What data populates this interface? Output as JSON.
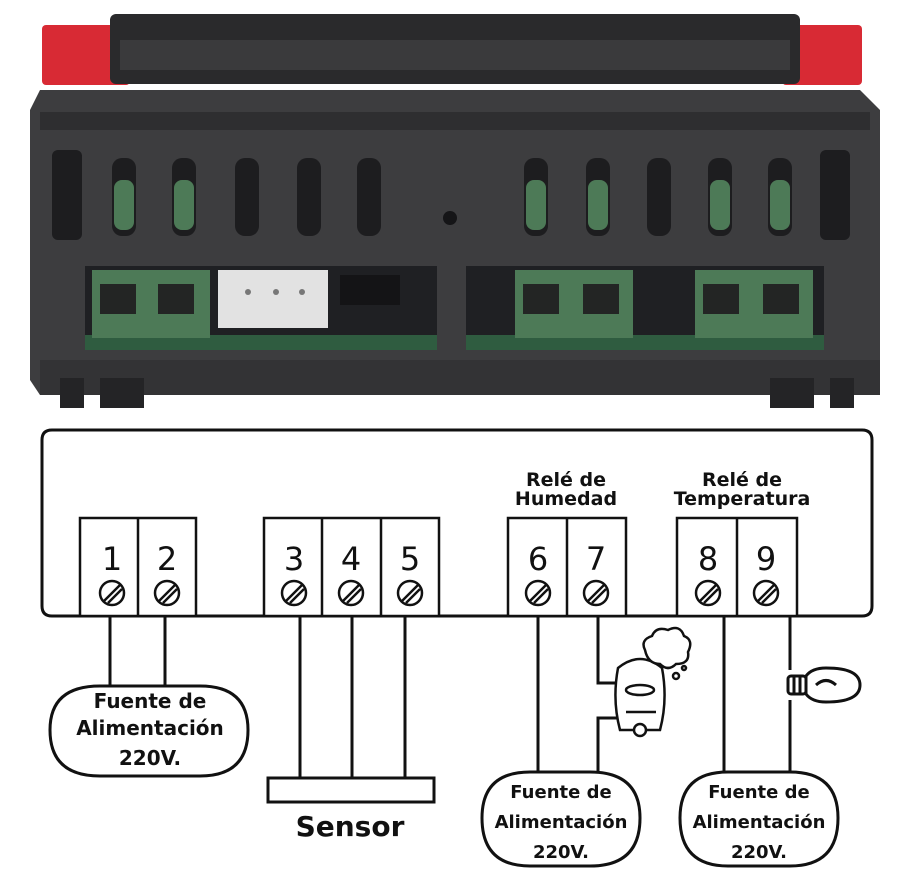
{
  "photo": {
    "description_icon": "device-back-panel-photo",
    "colors": {
      "body": "#3c3c3e",
      "body_dark": "#222224",
      "red_clip": "#d82a34",
      "terminal_green": "#4d7a57",
      "pcb_green": "#2f5c40"
    }
  },
  "terminals": [
    {
      "num": "1"
    },
    {
      "num": "2"
    },
    {
      "num": "3"
    },
    {
      "num": "4"
    },
    {
      "num": "5"
    },
    {
      "num": "6"
    },
    {
      "num": "7"
    },
    {
      "num": "8"
    },
    {
      "num": "9"
    }
  ],
  "relay_humidity": {
    "line1": "Relé de",
    "line2": "Humedad"
  },
  "relay_temperature": {
    "line1": "Relé de",
    "line2": "Temperatura"
  },
  "power_left": {
    "line1": "Fuente de",
    "line2": "Alimentación",
    "line3": "220V."
  },
  "power_mid": {
    "line1": "Fuente de",
    "line2": "Alimentación",
    "line3": "220V."
  },
  "power_right": {
    "line1": "Fuente de",
    "line2": "Alimentación",
    "line3": "220V."
  },
  "sensor": {
    "label": "Sensor"
  },
  "icons": {
    "humidifier": "humidifier-icon",
    "bulb": "light-bulb-icon",
    "screw": "screw-terminal-icon"
  }
}
